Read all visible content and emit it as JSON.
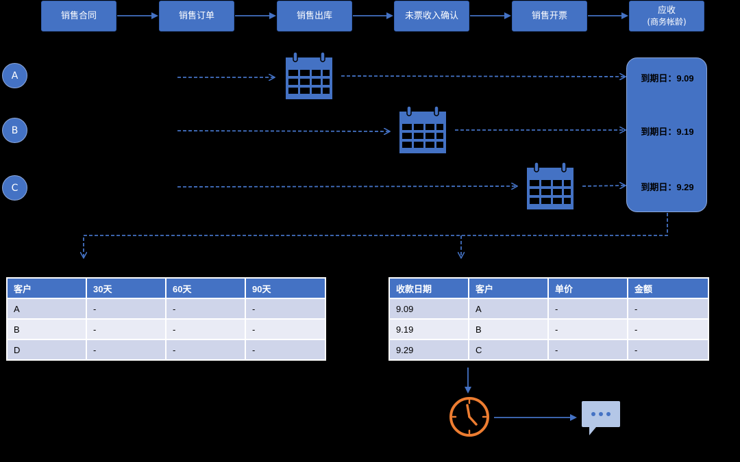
{
  "flow": {
    "steps": [
      {
        "label": "销售合同",
        "sub": ""
      },
      {
        "label": "销售订单",
        "sub": ""
      },
      {
        "label": "销售出库",
        "sub": ""
      },
      {
        "label": "未票收入确认",
        "sub": ""
      },
      {
        "label": "销售开票",
        "sub": ""
      },
      {
        "label": "应收",
        "sub": "(商务帐龄)"
      }
    ]
  },
  "customers": [
    "A",
    "B",
    "C"
  ],
  "due_dates": [
    "到期日：9.09",
    "到期日：9.19",
    "到期日：9.29"
  ],
  "aging_table": {
    "headers": [
      "客户",
      "30天",
      "60天",
      "90天"
    ],
    "rows": [
      [
        "A",
        "-",
        "-",
        "-"
      ],
      [
        "B",
        "-",
        "-",
        "-"
      ],
      [
        "D",
        "-",
        "-",
        "-"
      ]
    ]
  },
  "collection_table": {
    "headers": [
      "收款日期",
      "客户",
      "单价",
      "金额"
    ],
    "rows": [
      [
        "9.09",
        "A",
        "-",
        "-"
      ],
      [
        "9.19",
        "B",
        "-",
        "-"
      ],
      [
        "9.29",
        "C",
        "-",
        "-"
      ]
    ]
  },
  "icons": {
    "calendar": "calendar-icon",
    "clock": "clock-icon",
    "message": "chat-bubble-icon"
  },
  "colors": {
    "background": "#000000",
    "accent": "#4472C4",
    "table_row_odd": "#CFD5EA",
    "table_row_even": "#E9EBF5",
    "clock": "#ED7D31",
    "chat": "#B4C7E7"
  }
}
